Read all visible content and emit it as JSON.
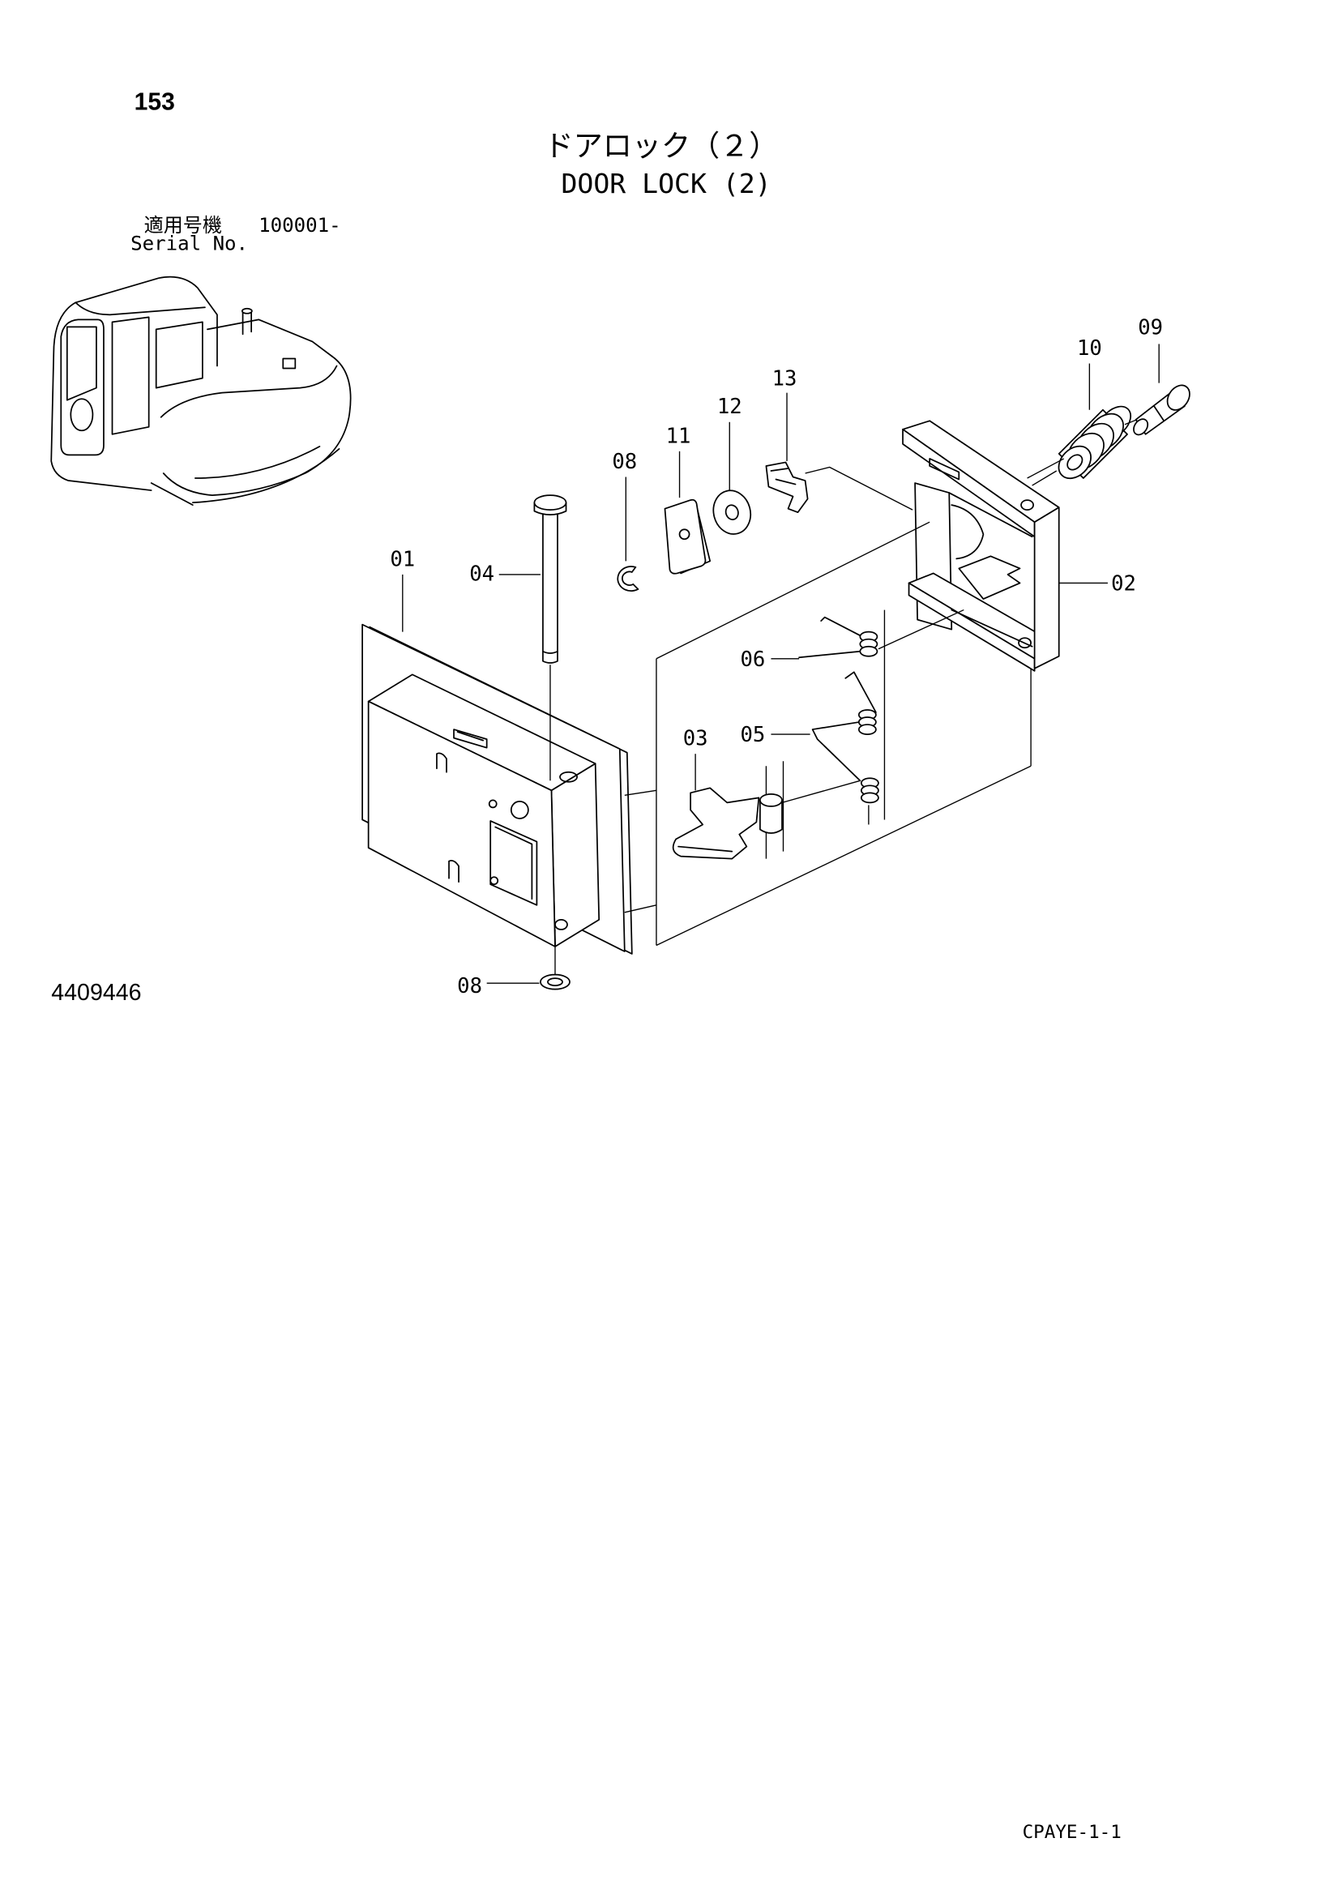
{
  "page": {
    "number": "153",
    "title_jp": "ドアロック（２）",
    "title_en": "DOOR LOCK (2)",
    "serial_label_jp": "適用号機",
    "serial_value": "100001-",
    "serial_label_en": "Serial No.",
    "figure_number": "4409446",
    "catalog_code": "CPAYE-1-1"
  },
  "callouts": [
    "09",
    "10",
    "13",
    "12",
    "11",
    "08",
    "01",
    "04",
    "02",
    "06",
    "05",
    "03",
    "08"
  ]
}
